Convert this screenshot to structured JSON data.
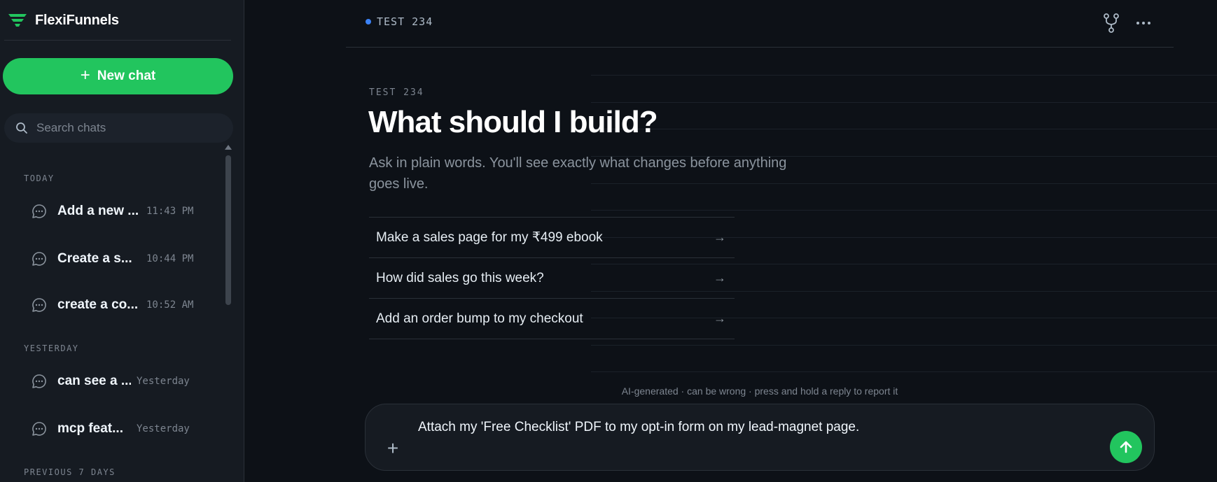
{
  "brand": {
    "name": "FlexiFunnels"
  },
  "sidebar": {
    "new_chat_label": "New chat",
    "search_placeholder": "Search chats",
    "sections": [
      {
        "label": "TODAY",
        "items": [
          {
            "title": "Add a new ...",
            "time": "11:43 PM"
          },
          {
            "title": "Create a s...",
            "time": "10:44 PM"
          },
          {
            "title": "create a co...",
            "time": "10:52 AM"
          }
        ]
      },
      {
        "label": "YESTERDAY",
        "items": [
          {
            "title": "can see a ...",
            "time": "Yesterday"
          },
          {
            "title": "mcp feat...",
            "time": "Yesterday"
          }
        ]
      },
      {
        "label": "PREVIOUS 7 DAYS",
        "items": []
      }
    ]
  },
  "header": {
    "breadcrumb": "TEST 234"
  },
  "hero": {
    "eyebrow": "TEST 234",
    "title": "What should I build?",
    "subtitle": "Ask in plain words. You'll see exactly what changes before anything goes live."
  },
  "suggestions": [
    {
      "label": "Make a sales page for my ₹499 ebook",
      "arrow": "→"
    },
    {
      "label": "How did sales go this week?",
      "arrow": "→"
    },
    {
      "label": "Add an order bump to my checkout",
      "arrow": "→"
    }
  ],
  "composer": {
    "disclaimer": "AI-generated · can be wrong · press and hold a reply to report it",
    "value": "Attach my 'Free Checklist' PDF to my opt-in form on my lead-magnet page.",
    "attach_glyph": "+"
  },
  "icons": {
    "new_chat": "plus-icon",
    "search": "search-icon",
    "chat": "chat-bubble-icon",
    "branch": "branch-icon",
    "more": "more-icon",
    "send": "arrow-up-icon"
  },
  "colors": {
    "accent": "#22c55e",
    "background": "#0d1117",
    "sidebar": "#161b22",
    "breadcrumb_dot": "#3b82f6"
  }
}
